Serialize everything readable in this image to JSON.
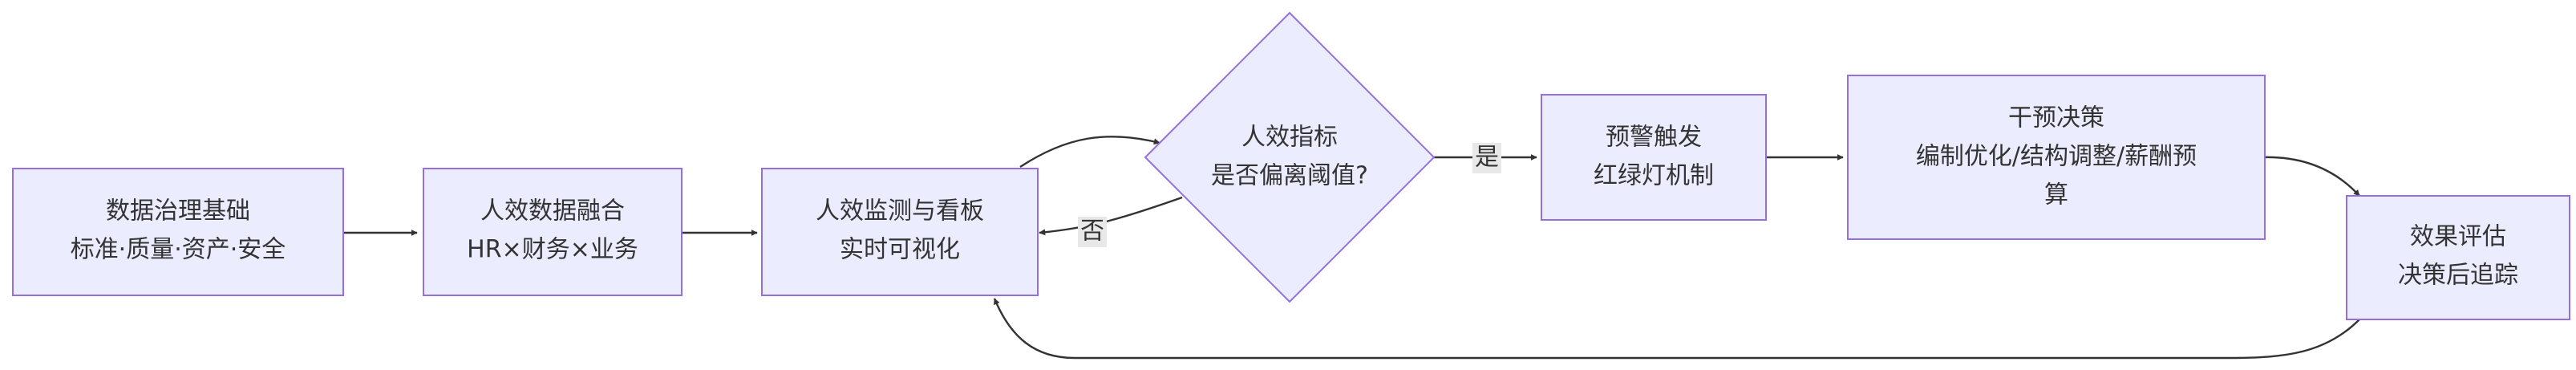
{
  "nodes": {
    "governance": {
      "line1": "数据治理基础",
      "line2": "标准·质量·资产·安全"
    },
    "fusion": {
      "line1": "人效数据融合",
      "line2": "HR×财务×业务"
    },
    "monitor": {
      "line1": "人效监测与看板",
      "line2": "实时可视化"
    },
    "decision": {
      "line1": "人效指标",
      "line2": "是否偏离阈值?"
    },
    "alert": {
      "line1": "预警触发",
      "line2": "红绿灯机制"
    },
    "intervene": {
      "line1": "干预决策",
      "line2": "编制优化/结构调整/薪酬预",
      "line3": "算"
    },
    "evaluate": {
      "line1": "效果评估",
      "line2": "决策后追踪"
    }
  },
  "edges": {
    "yes_label": "是",
    "no_label": "否"
  },
  "colors": {
    "node_fill": "#ececff",
    "node_stroke": "#9370db",
    "edge": "#333333",
    "text": "#333333"
  }
}
